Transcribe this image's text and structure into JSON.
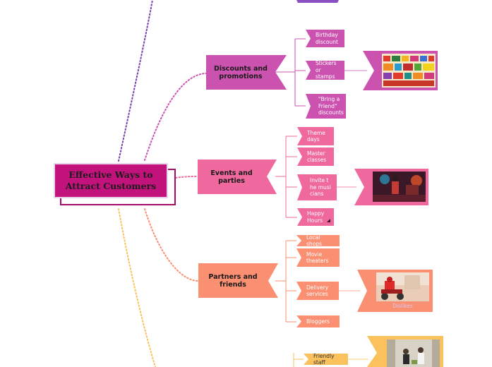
{
  "central": {
    "title": "Effective Ways to Attract Customers"
  },
  "branches": {
    "discounts": {
      "label": "Discounts and promotions",
      "color": "#cc52b0",
      "items": [
        "Birthday discount",
        "Stickers or stamps",
        "\"Bring a Friend\" discounts"
      ]
    },
    "events": {
      "label": "Events and parties",
      "color": "#f0699e",
      "items": [
        "Theme days",
        "Master classes",
        "Invite the musicians",
        "Happy Hours"
      ]
    },
    "partners": {
      "label": "Partners and friends",
      "color": "#fb8f72",
      "items": [
        "Local shops",
        "Movie theaters",
        "Delivery services",
        "Bloggers"
      ]
    },
    "staff": {
      "color": "#fbc15c",
      "items": [
        "Friendly staff"
      ]
    }
  },
  "image_captions": {
    "delivery": "Dislikes"
  },
  "icons": {
    "happy_hours_marker": "corner-triangle-icon"
  }
}
